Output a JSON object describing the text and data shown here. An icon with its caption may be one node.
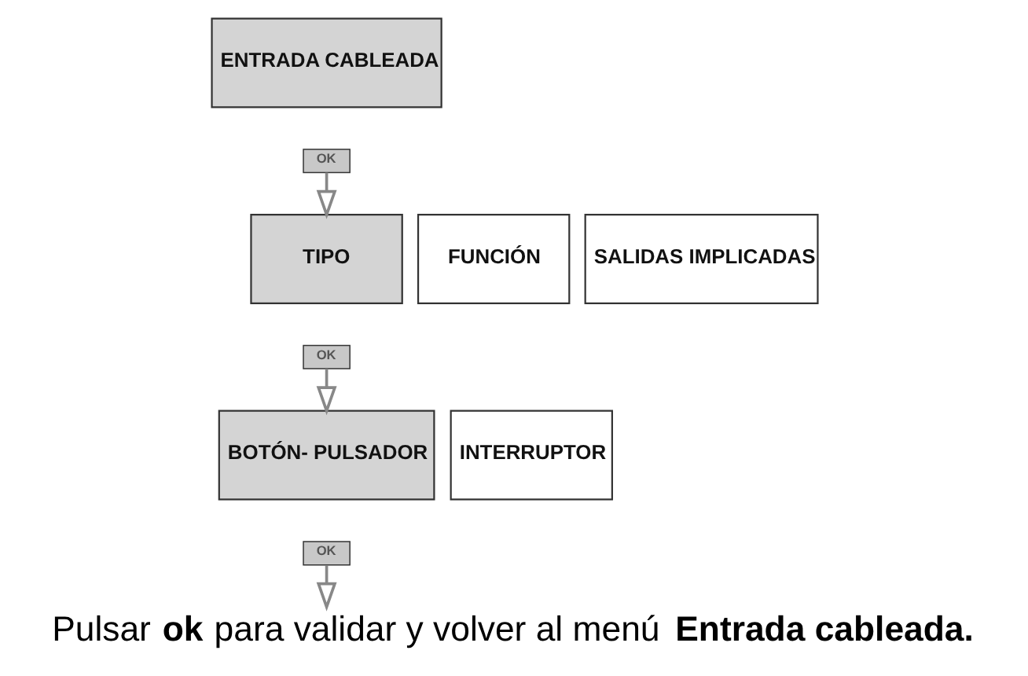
{
  "diagram": {
    "caption": "Pulsar **ok** para validar y volver al menú **Entrada cableada.**",
    "nodes": [
      {
        "text": [
          "ENTRADA CABLEADA"
        ]
      },
      {
        "text": [
          "OK"
        ]
      },
      {
        "text": [
          "TIPO"
        ]
      },
      {
        "text": [
          "OK"
        ]
      },
      {
        "text": [
          "FUNCIÓN"
        ]
      },
      {
        "text": [
          "SALIDAS IMPLICADAS"
        ]
      },
      {
        "text": [
          "BOTÓN- PULSADOR"
        ]
      },
      {
        "text": [
          "OK"
        ]
      },
      {
        "text": [
          "INTERRUPTOR"
        ]
      }
    ],
    "edges": [
      {
        "from": 1,
        "to": 2,
        "arrow": "to"
      },
      {
        "from": 3,
        "to": 6,
        "arrow": "to"
      },
      {
        "from": 7,
        "to": null,
        "arrow": "to"
      }
    ]
  }
}
